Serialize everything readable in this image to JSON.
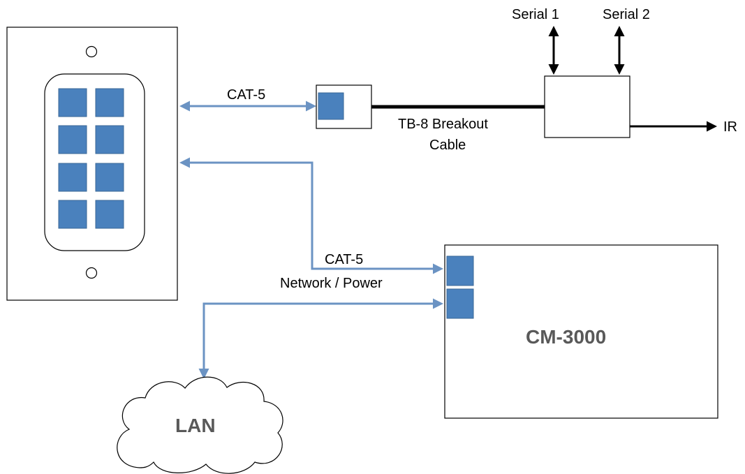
{
  "labels": {
    "serial1": "Serial 1",
    "serial2": "Serial 2",
    "cat5_top": "CAT-5",
    "breakout_line1": "TB-8 Breakout",
    "breakout_line2": "Cable",
    "ir": "IR",
    "cat5_bottom": "CAT-5",
    "network_power": "Network / Power",
    "cm3000": "CM-3000",
    "lan": "LAN"
  },
  "colors": {
    "link": "#6b93c3",
    "button_fill": "#4a81bd",
    "button_stroke": "#3a6796",
    "outline": "#000000",
    "device_label": "#595959"
  },
  "keypad": {
    "button_count": 8
  },
  "icons": {
    "cloud": "cloud-icon"
  }
}
